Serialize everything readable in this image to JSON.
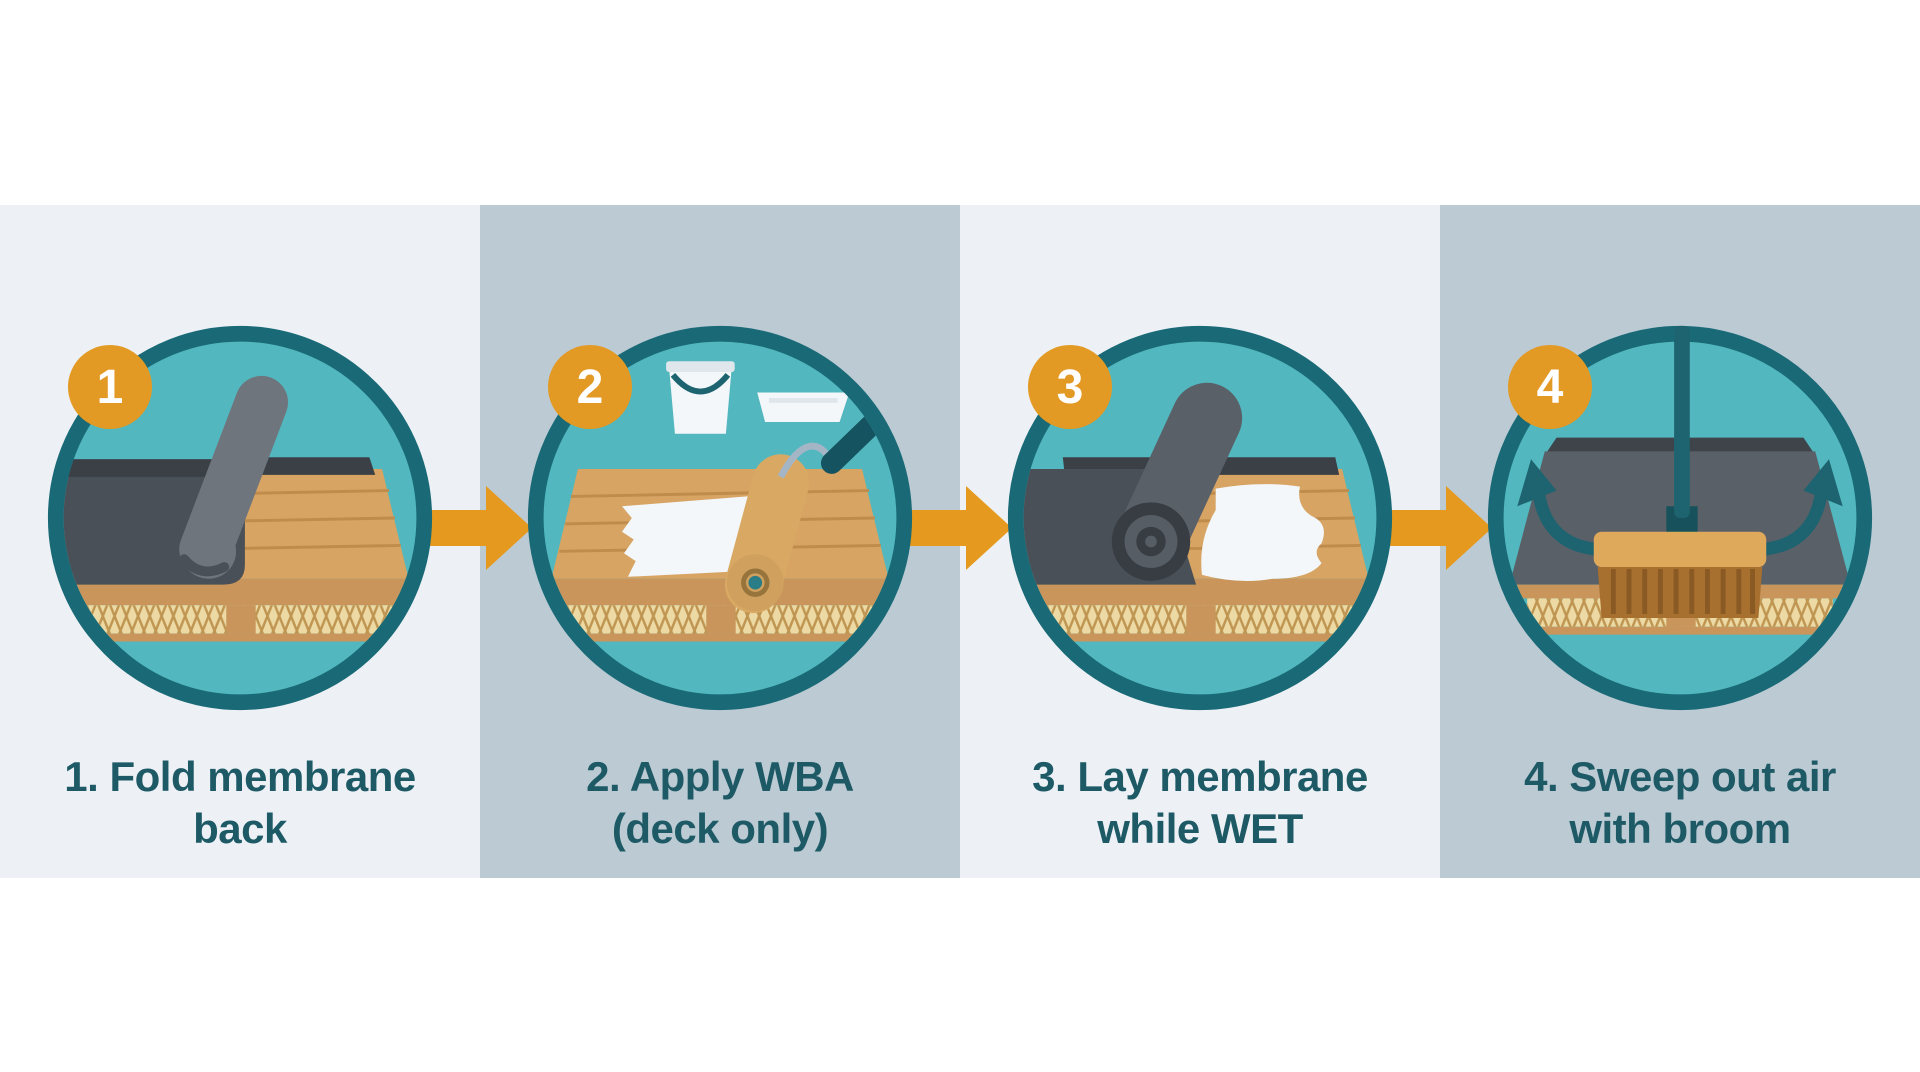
{
  "infographic": {
    "steps": [
      {
        "number": "1",
        "lines": [
          "1. Fold membrane",
          "back"
        ],
        "illustration": "membrane folded back over wood deck"
      },
      {
        "number": "2",
        "lines": [
          "2. Apply WBA",
          "(deck only)"
        ],
        "illustration": "bucket, tray and roller applying white adhesive to deck"
      },
      {
        "number": "3",
        "lines": [
          "3. Lay membrane",
          "while WET"
        ],
        "illustration": "membrane roll laid onto wet adhesive"
      },
      {
        "number": "4",
        "lines": [
          "4. Sweep out air",
          "with broom"
        ],
        "illustration": "broom sweeping membrane with outward arrows"
      }
    ],
    "arrows": {
      "count": 3,
      "direction": "right"
    }
  },
  "colors": {
    "page_background": "#ffffff",
    "panel_light": "#edf1f6",
    "panel_dark": "#bccad4",
    "circle_ring": "#196a76",
    "circle_fill": "#52b7be",
    "accent_orange": "#e29a24",
    "label_text": "#1d5a66",
    "membrane_gray": "#4a5058",
    "membrane_edge": "#3b4047",
    "deck_wood": "#d7a463",
    "insulation": "#ecd9a4",
    "white_adhesive": "#f3f7fa",
    "tool_teal": "#1d6470"
  }
}
